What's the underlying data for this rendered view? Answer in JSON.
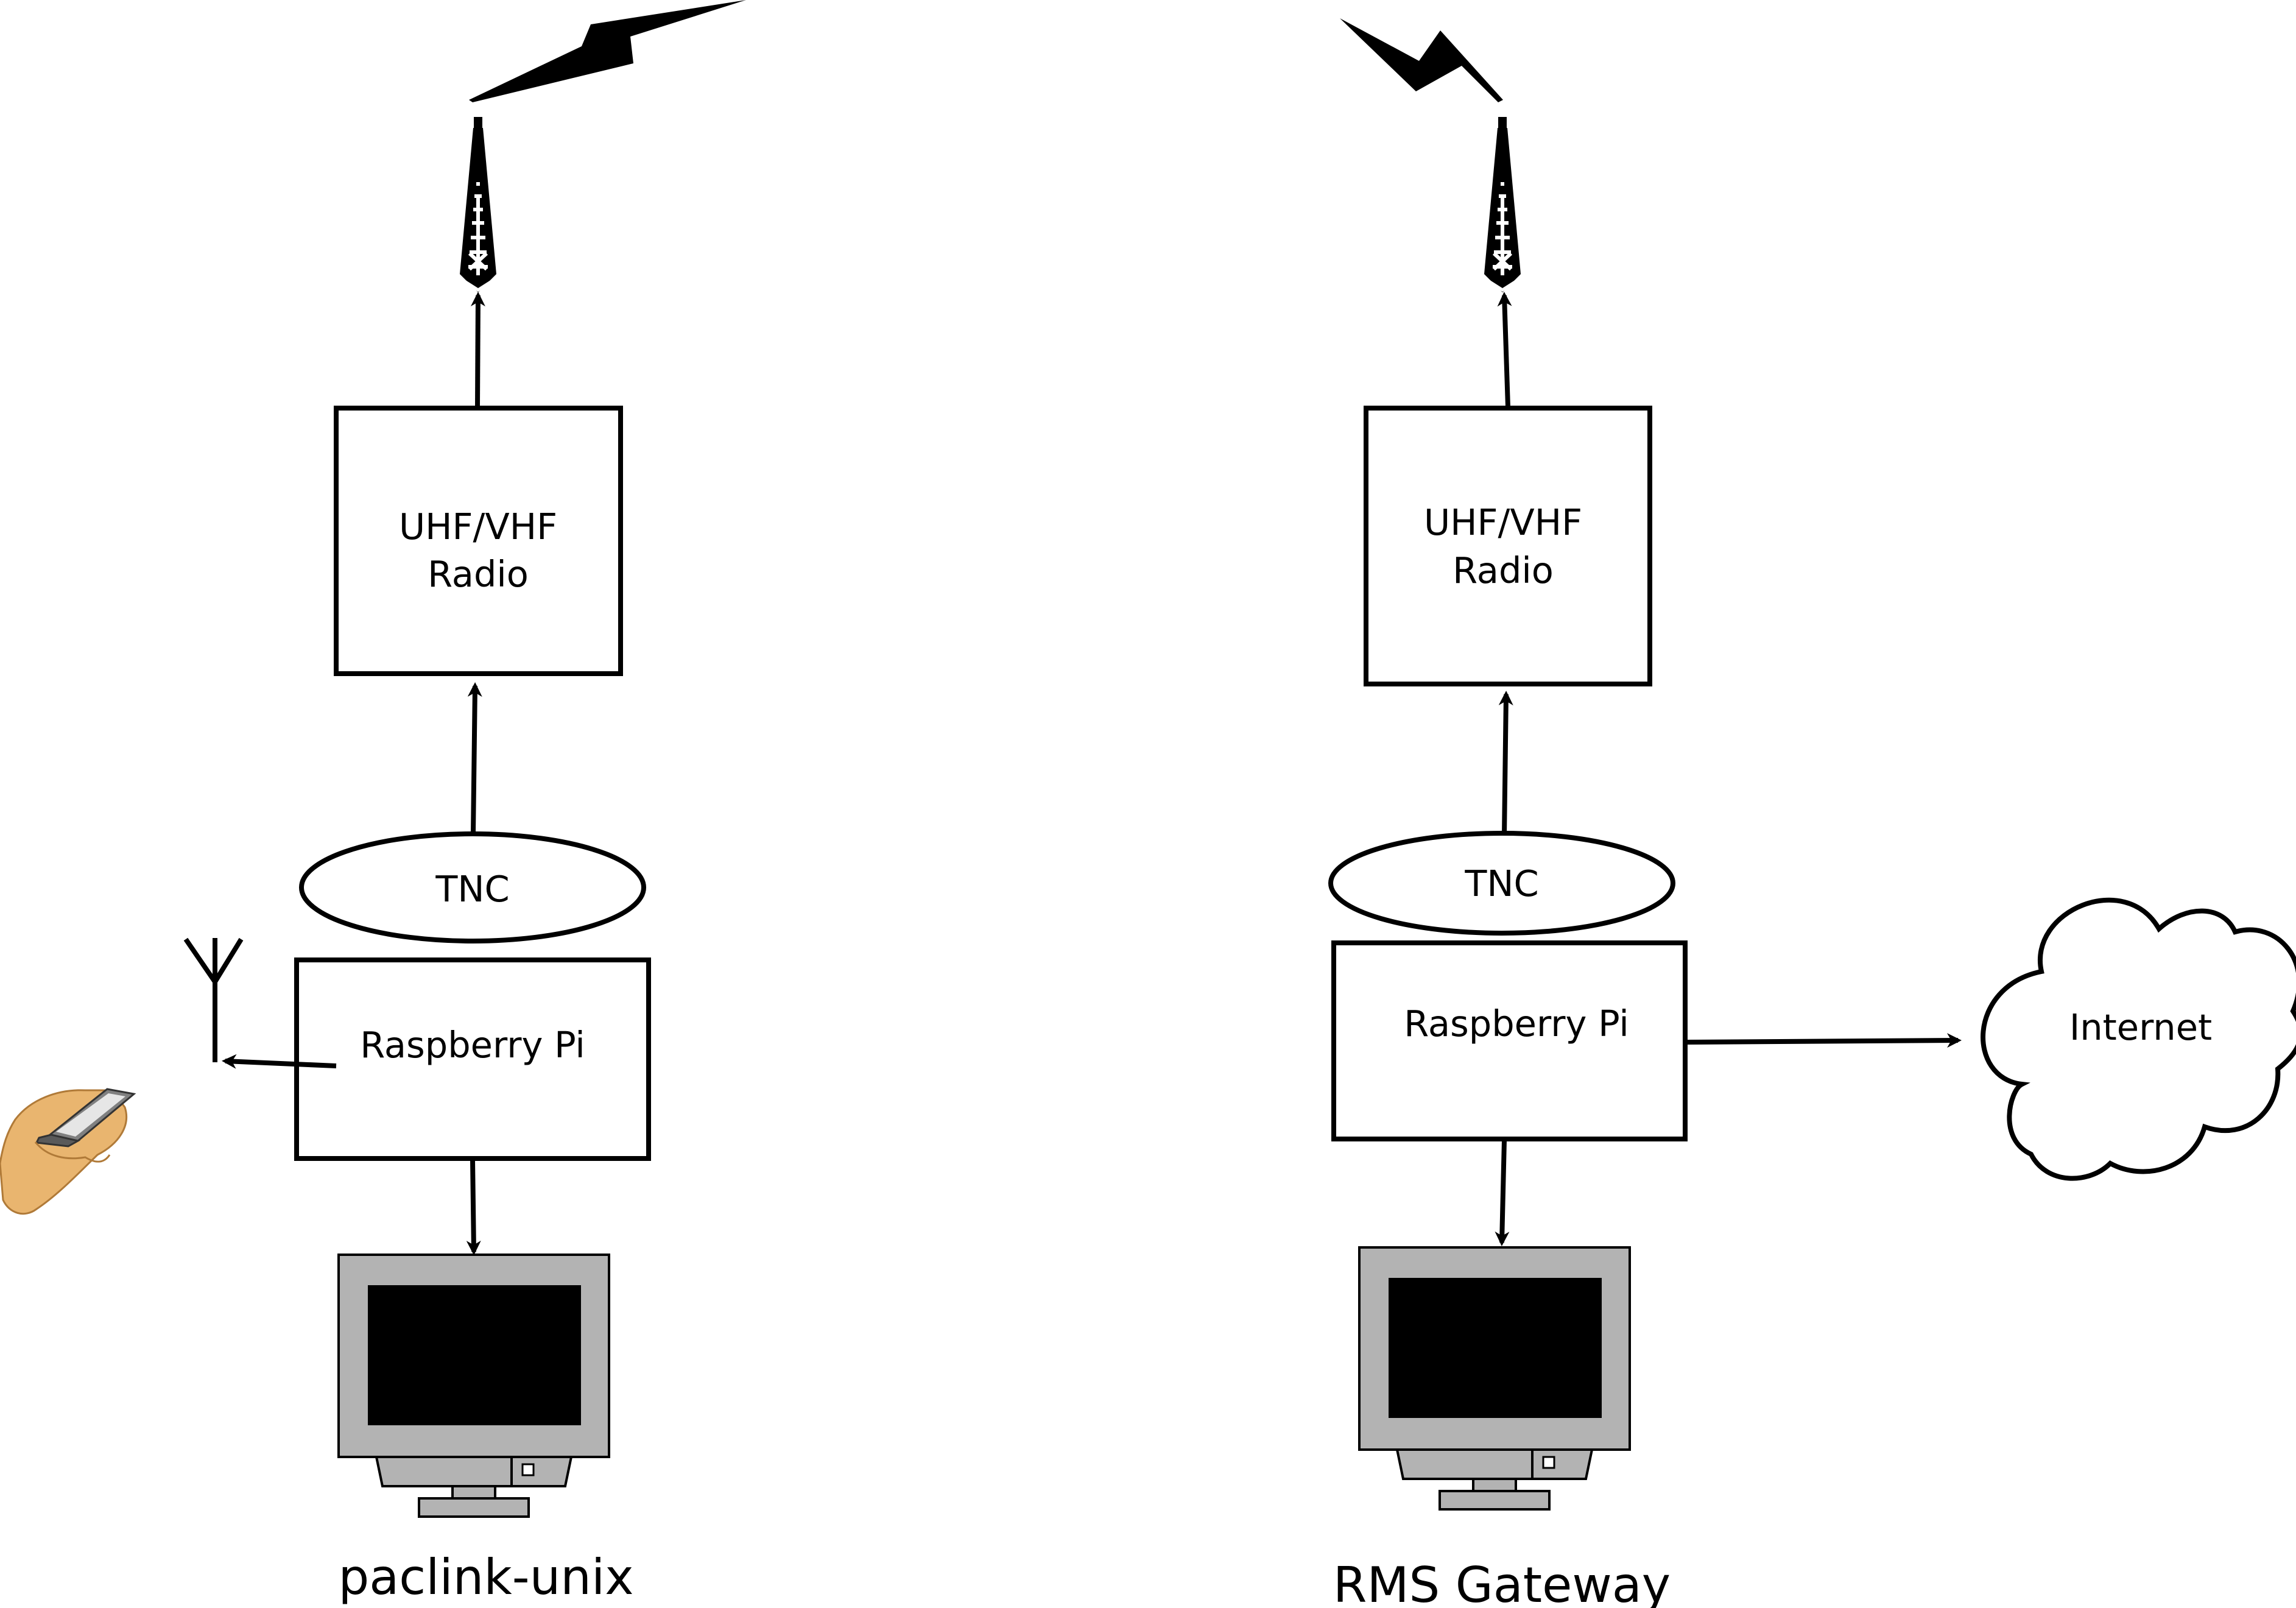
{
  "left_station": {
    "radio_line1": "UHF/VHF",
    "radio_line2": "Radio",
    "tnc": "TNC",
    "pi": "Raspberry Pi",
    "caption": "paclink-unix"
  },
  "right_station": {
    "radio_line1": "UHF/VHF",
    "radio_line2": "Radio",
    "tnc": "TNC",
    "pi": "Raspberry Pi",
    "caption": "RMS Gateway"
  },
  "cloud": {
    "label": "Internet"
  },
  "icons": {
    "tower": "radio-tower-icon",
    "lightning": "lightning-bolt-icon",
    "monitor": "monitor-icon",
    "antenna": "antenna-icon",
    "handheld": "handheld-device-icon",
    "cloud": "cloud-icon"
  },
  "colors": {
    "stroke": "#000000",
    "monitor_bezel": "#b3b3b3",
    "monitor_screen": "#000000",
    "hand": "#e9b56f",
    "device": "#808080",
    "device_screen": "#e6e6e6"
  }
}
